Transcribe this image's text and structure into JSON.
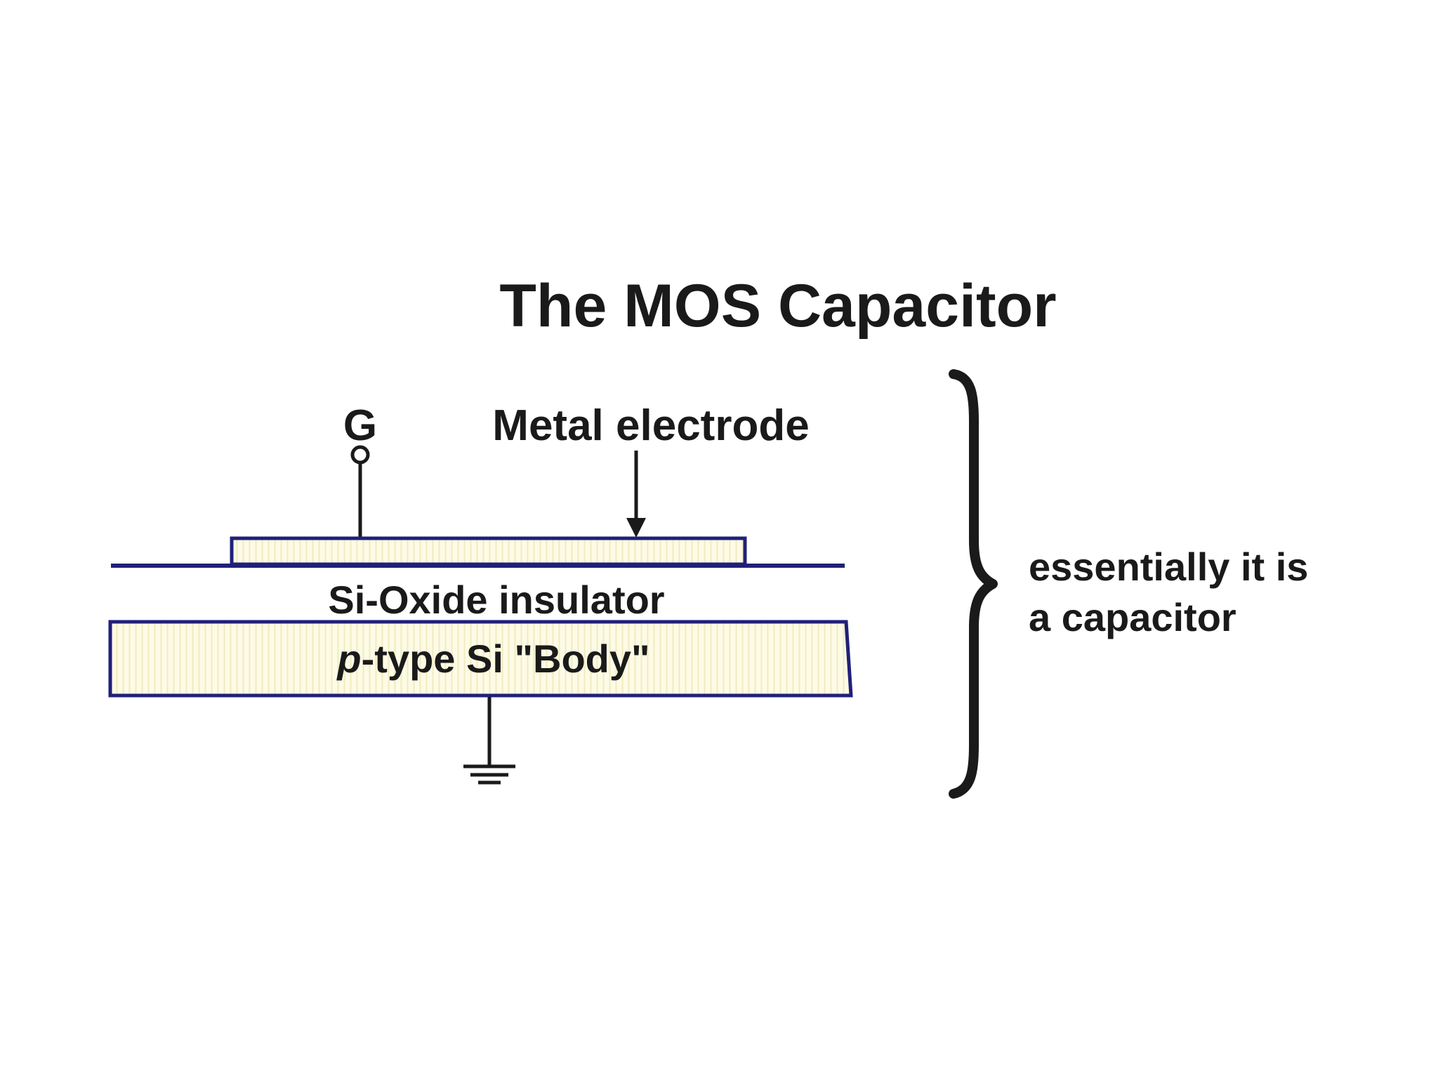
{
  "title": "The MOS Capacitor",
  "labels": {
    "gate_terminal": "G",
    "metal_electrode": "Metal electrode",
    "oxide": "Si-Oxide insulator",
    "body_italic": "p",
    "body_rest": "-type Si \"Body\"",
    "note_line1": "essentially it is",
    "note_line2": "a capacitor"
  },
  "colors": {
    "outline": "#20207a",
    "fill": "#fdfbe6",
    "ink": "#1a1a1a"
  }
}
